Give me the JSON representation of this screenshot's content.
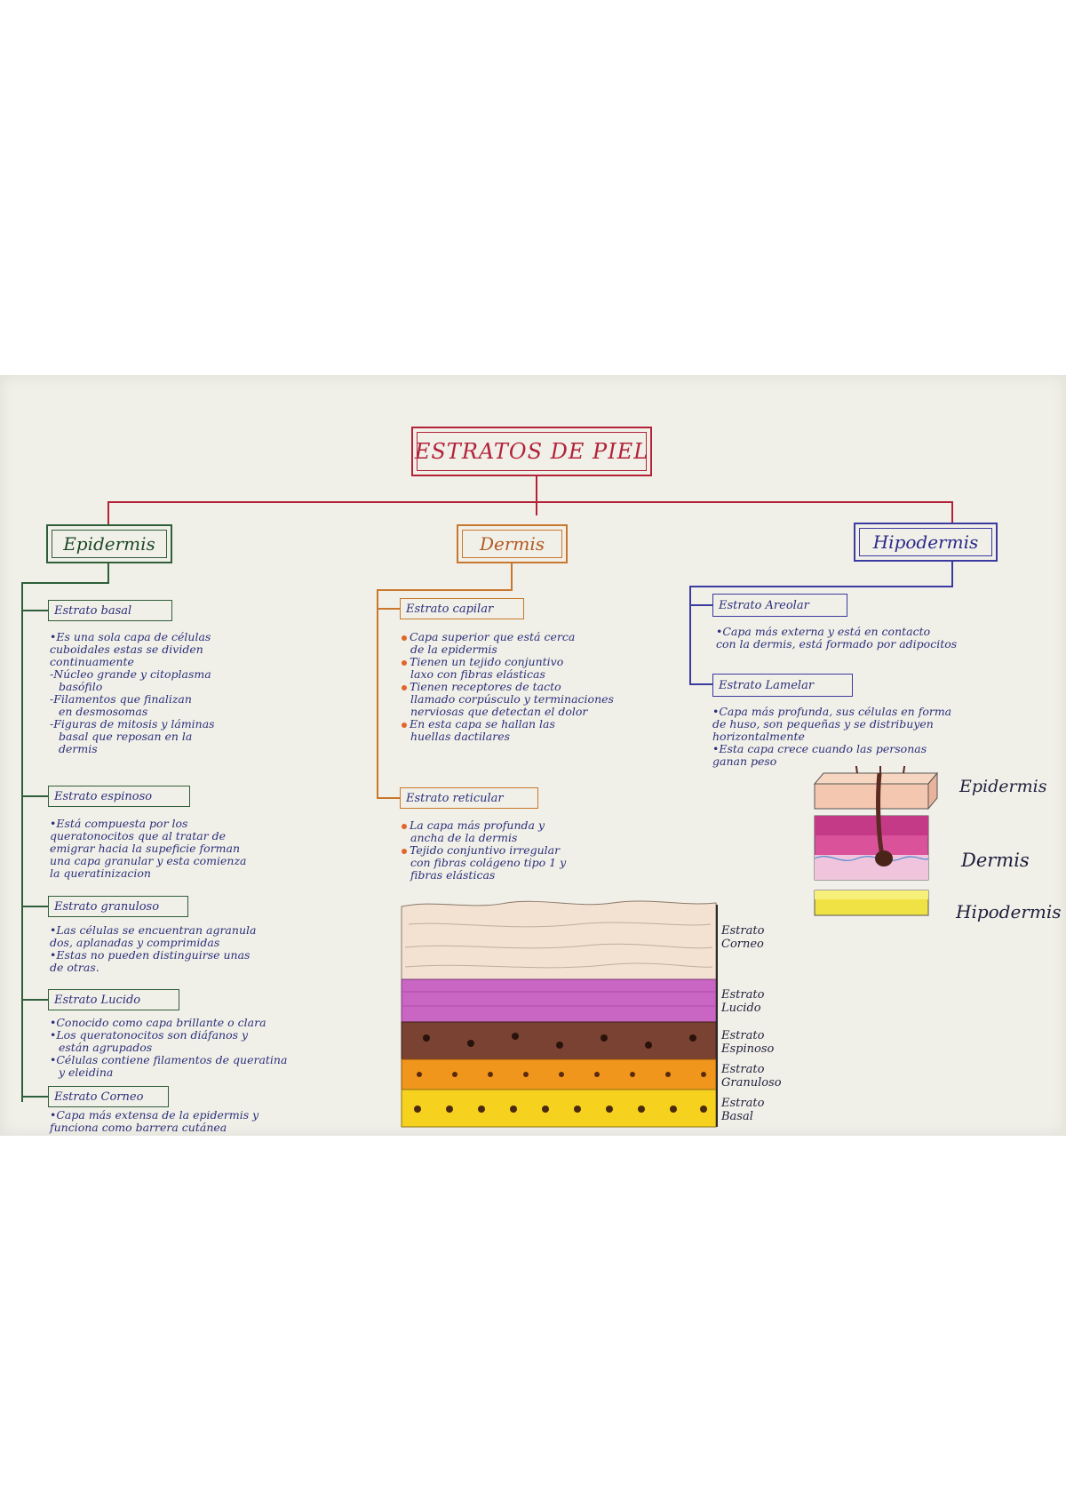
{
  "title": "ESTRATOS DE PIEL",
  "colors": {
    "title": "#b2233a",
    "epidermis": "#2f5e3a",
    "dermis": "#c8772c",
    "hipodermis": "#3b3aa0",
    "text_blue": "#2b2e7c",
    "bullet_orange": "#e0662c",
    "bullet_blue": "#2b2e7c"
  },
  "epidermis": {
    "title": "Epidermis",
    "strata": [
      {
        "name": "Estrato basal",
        "items": [
          "•Es una sola capa de células",
          "cuboidales estas se dividen",
          "continuamente",
          "-Núcleo grande y citoplasma",
          "basófilo",
          "-Filamentos que finalizan",
          "en desmosomas",
          "-Figuras de mitosis y láminas",
          "basal que reposan en la",
          "dermis"
        ]
      },
      {
        "name": "Estrato espinoso",
        "items": [
          "•Está compuesta por los",
          "queratonocitos que al tratar de",
          "emigrar hacia la supeficie forman",
          "una capa granular y esta comienza",
          "la queratinizacion"
        ]
      },
      {
        "name": "Estrato granuloso",
        "items": [
          "•Las células se encuentran agranula",
          "dos, aplanadas y comprimidas",
          "•Estas no pueden distinguirse unas",
          "de otras."
        ]
      },
      {
        "name": "Estrato Lucido",
        "items": [
          "•Conocido como capa brillante o clara",
          "•Los queratonocitos son diáfanos y",
          "están agrupados",
          "•Células contiene filamentos de queratina",
          "y eleidina"
        ]
      },
      {
        "name": "Estrato Corneo",
        "items": [
          "•Capa más extensa de la epidermis y",
          "funciona como barrera cutánea"
        ]
      }
    ]
  },
  "dermis": {
    "title": "Dermis",
    "strata": [
      {
        "name": "Estrato capilar",
        "items": [
          "Capa superior que está cerca",
          "de la epidermis",
          "Tienen un tejido conjuntivo",
          "laxo con fibras elásticas",
          "Tienen receptores de tacto",
          "llamado corpúsculo y terminaciones",
          "nerviosas que detectan el dolor",
          "En esta capa se hallan las",
          "huellas dactilares"
        ]
      },
      {
        "name": "Estrato reticular",
        "items": [
          "La capa más profunda y",
          "ancha de la dermis",
          "Tejido conjuntivo irregular",
          "con fibras colágeno tipo 1 y",
          "fibras elásticas"
        ]
      }
    ]
  },
  "hipodermis": {
    "title": "Hipodermis",
    "strata": [
      {
        "name": "Estrato Areolar",
        "items": [
          "•Capa más externa y está en contacto",
          "con la dermis, está formado por adipocitos"
        ]
      },
      {
        "name": "Estrato Lamelar",
        "items": [
          "•Capa más profunda, sus células en forma",
          "de huso, son pequeñas y se distribuyen",
          "horizontalmente",
          "•Esta capa crece cuando las personas",
          "ganan peso"
        ]
      }
    ]
  },
  "skin_diagram": {
    "labels": [
      "Epidermis",
      "Dermis",
      "Hipodermis"
    ]
  },
  "epidermis_diagram": {
    "labels": [
      {
        "line1": "Estrato",
        "line2": "Corneo"
      },
      {
        "line1": "Estrato",
        "line2": "Lucido"
      },
      {
        "line1": "Estrato",
        "line2": "Espinoso"
      },
      {
        "line1": "Estrato",
        "line2": "Granuloso"
      },
      {
        "line1": "Estrato",
        "line2": "Basal"
      }
    ]
  }
}
